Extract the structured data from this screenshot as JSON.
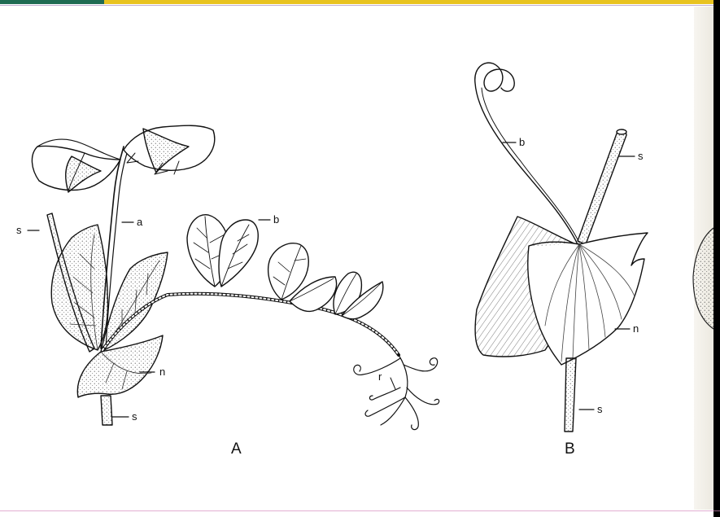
{
  "figure_a": {
    "caption": "A",
    "labels": {
      "stem_top": "s",
      "axil": "a",
      "leaflet": "b",
      "stipule": "n",
      "tendril": "r",
      "stem_bottom": "s"
    }
  },
  "figure_b": {
    "caption": "B",
    "labels": {
      "tendril": "b",
      "stem_top": "s",
      "stipule": "n",
      "stem_bottom": "s"
    }
  }
}
